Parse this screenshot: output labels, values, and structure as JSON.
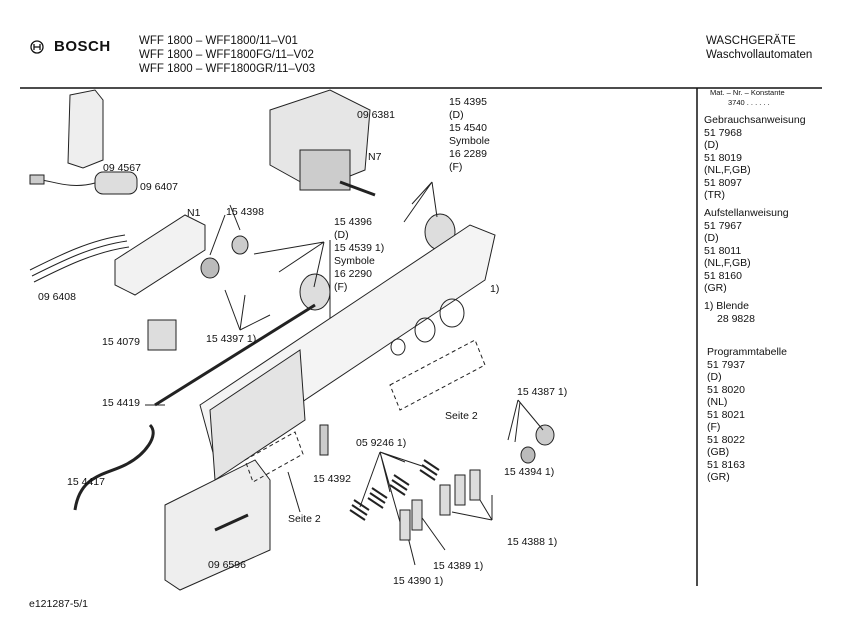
{
  "header": {
    "brand": "BOSCH",
    "models": [
      "WFF 1800 – WFF1800/11–V01",
      "WFF 1800 – WFF1800FG/11–V02",
      "WFF 1800 – WFF1800GR/11–V03"
    ],
    "category": "WASCHGERÄTE",
    "subcategory": "Waschvollautomaten"
  },
  "sidebar": {
    "mat_nr": "Mat. – Nr. – Konstante",
    "mat_value": "3740 . . . . . .",
    "gebrauch": {
      "title": "Gebrauchsanweisung",
      "lines": [
        "51 7968",
        "(D)",
        "51 8019",
        "(NL,F,GB)",
        "51 8097",
        "(TR)"
      ]
    },
    "aufstell": {
      "title": "Aufstellanweisung",
      "lines": [
        "51 7967",
        "(D)",
        "51 8011",
        "(NL,F,GB)",
        "51 8160",
        "(GR)"
      ]
    },
    "blende": {
      "title": "1) Blende",
      "value": "28 9828"
    },
    "programm": {
      "title": "Programmtabelle",
      "lines": [
        "51 7937",
        "(D)",
        "51 8020",
        "(NL)",
        "51 8021",
        "(F)",
        "51 8022",
        "(GB)",
        "51 8163",
        "(GR)"
      ]
    }
  },
  "labels": {
    "l094567": "09 4567",
    "l096407": "09 6407",
    "n1": "N1",
    "l096408": "09 6408",
    "l096381": "09 6381",
    "n7": "N7",
    "l154395": "15 4395\n(D)\n15 4540\nSymbole\n16 2289\n(F)",
    "l154398": "15 4398",
    "l154396": "15 4396\n(D)\n15 4539 1)\nSymbole\n16 2290\n(F)",
    "one": "1)",
    "l154079": "15 4079",
    "l154397": "15 4397 1)",
    "l154419": "15 4419",
    "l154417": "15 4417",
    "l154387": "15 4387 1)",
    "seite2a": "Seite 2",
    "l059246": "05 9246 1)",
    "l154394": "15 4394 1)",
    "l154392": "15 4392",
    "seite2b": "Seite 2",
    "l154388": "15 4388 1)",
    "l096596": "09 6596",
    "l154389": "15 4389 1)",
    "l154390": "15 4390 1)"
  },
  "footer": {
    "code": "e121287-5/1"
  }
}
